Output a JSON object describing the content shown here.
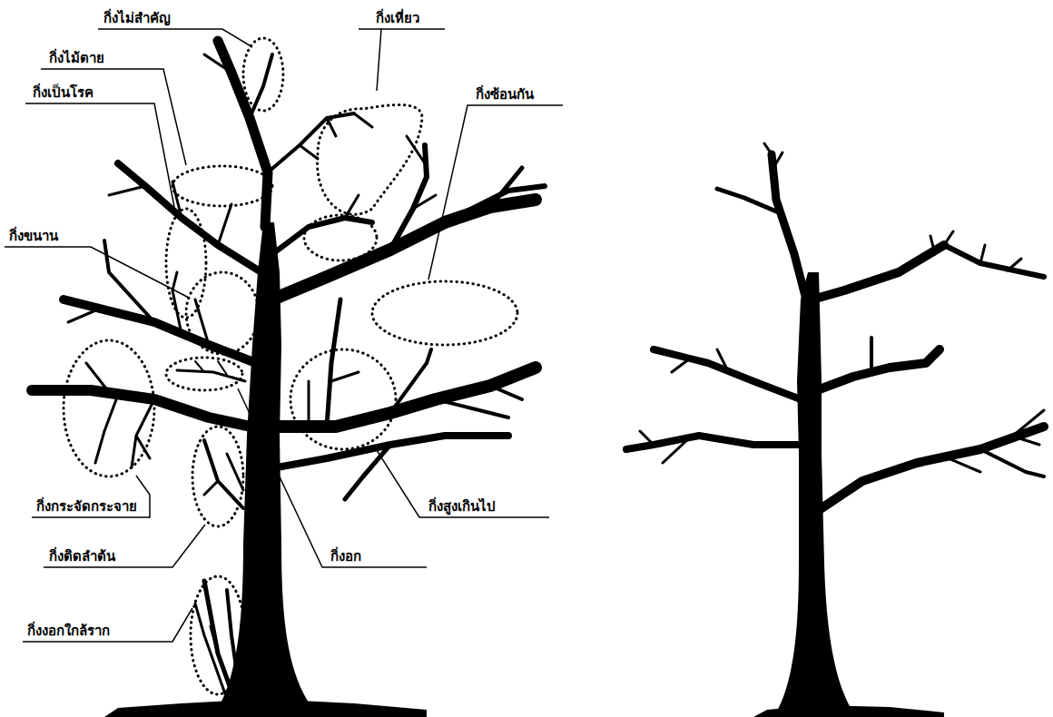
{
  "diagram": {
    "labels": [
      "กิ่งไม่สำคัญ",
      "กิ่งเหี่ยว",
      "กิ่งไม้ตาย",
      "กิ่งเป็นโรค",
      "กิ่งซ้อนกัน",
      "กิ่งขนาน",
      "กิ่งสูงเกินไป",
      "กิ่งกระจัดกระจาย",
      "กิ่งอก",
      "กิ่งติดลำต้น",
      "กิ่งงอกใกล้ราก"
    ]
  }
}
